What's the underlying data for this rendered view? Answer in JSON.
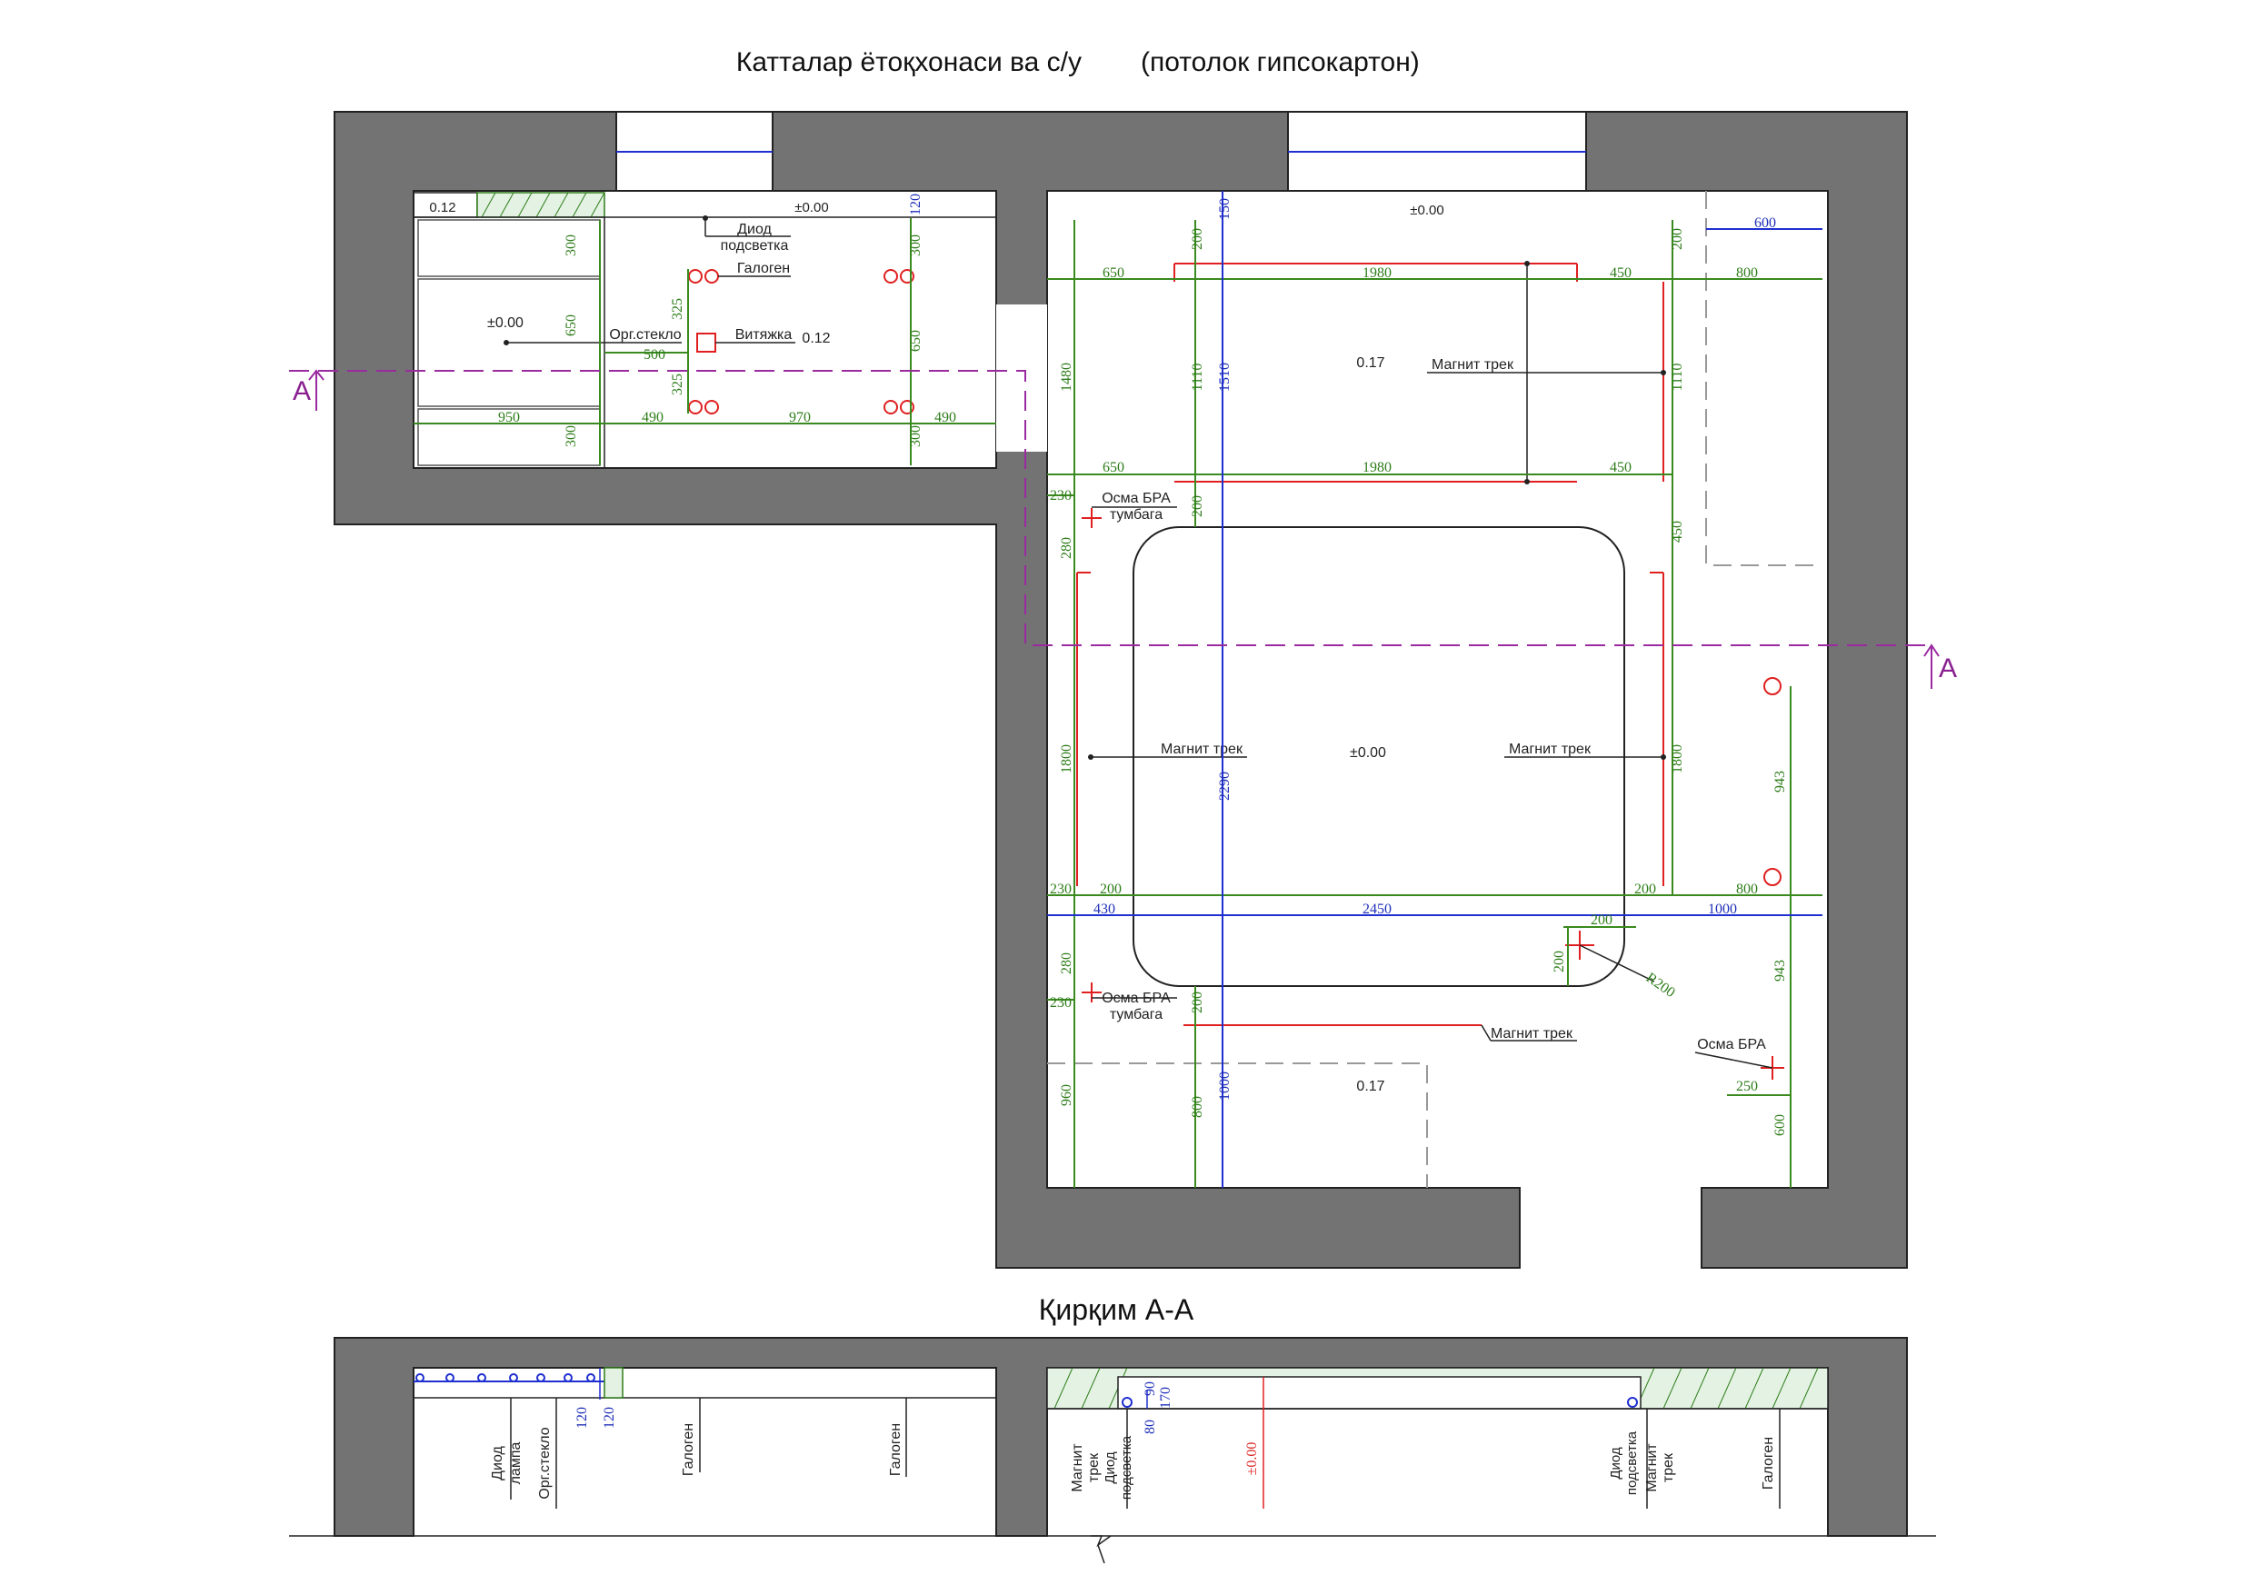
{
  "title": {
    "main": "Катталар ётоқхонаси ва с/у",
    "sub": "(потолок гипсокартон)"
  },
  "section_title": "Қирқим А-А",
  "cut_marks": {
    "left": "A",
    "right": "A"
  },
  "plan": {
    "bath": {
      "level_top": "0.12",
      "level_center": "±0.00",
      "level_hall": "±0.00",
      "diode": [
        "Диод",
        "подсветка"
      ],
      "halogen": "Галоген",
      "org_glass": "Орг.стекло",
      "vent": "Витяжка",
      "vent_level": "0.12"
    },
    "bedroom": {
      "level_top": "±0.00",
      "level_upper_panel": "0.17",
      "level_center": "±0.00",
      "level_lower_panel": "0.17",
      "magnet_track_upper": "Магнит трек",
      "magnet_track_left": "Магнит трек",
      "magnet_track_right": "Магнит трек",
      "magnet_track_lower": "Магнит трек",
      "sconce_upper": [
        "Осма БРА",
        "тумбага"
      ],
      "sconce_lower": [
        "Осма БРА",
        "тумбага"
      ],
      "sconce_right": "Осма БРА",
      "radius": "R200"
    },
    "dims_green": {
      "b300a": "300",
      "b650a": "650",
      "b325a": "325",
      "b325b": "325",
      "b650b": "650",
      "b300b": "300",
      "b300c": "300",
      "b300d": "300",
      "b500": "500",
      "b950": "950",
      "b490a": "490",
      "b970": "970",
      "b490b": "490",
      "r200a": "200",
      "r200b": "200",
      "r650a": "650",
      "r1980a": "1980",
      "r450a": "450",
      "r800a": "800",
      "r1480": "1480",
      "r1110a": "1110",
      "r1110b": "1110",
      "r650b": "650",
      "r1980b": "1980",
      "r450b": "450",
      "r230a": "230",
      "r200c": "200",
      "r280a": "280",
      "r450c": "450",
      "r1800a": "1800",
      "r1800b": "1800",
      "r230b": "230",
      "r200d": "200",
      "r200e": "200",
      "r800b": "800",
      "r200f": "200",
      "r200g": "200",
      "r280b": "280",
      "r230c": "230",
      "r200h": "200",
      "r960": "960",
      "r800c": "800",
      "r943a": "943",
      "r943b": "943",
      "r250": "250",
      "r600b": "600"
    },
    "dims_blue": {
      "b120": "120",
      "r150": "150",
      "r600": "600",
      "r1510": "1510",
      "r2290": "2290",
      "r430": "430",
      "r2450": "2450",
      "r1000a": "1000",
      "r1000b": "1000"
    }
  },
  "section": {
    "labels_left": {
      "diode_lamp": [
        "Диод",
        "лампа"
      ],
      "org_glass": "Орг.стекло",
      "d120a": "120",
      "d120b": "120",
      "halogen1": "Галоген",
      "halogen2": "Галоген"
    },
    "labels_right": {
      "magnet_track_l": [
        "Магнит",
        "трек"
      ],
      "diode_l": [
        "Диод",
        "подсветка"
      ],
      "d90": "90",
      "d170": "170",
      "d80": "80",
      "level": "±0.00",
      "diode_r": [
        "Диод",
        "подсветка"
      ],
      "magnet_track_r": [
        "Магнит",
        "трек"
      ],
      "halogen": "Галоген"
    }
  }
}
